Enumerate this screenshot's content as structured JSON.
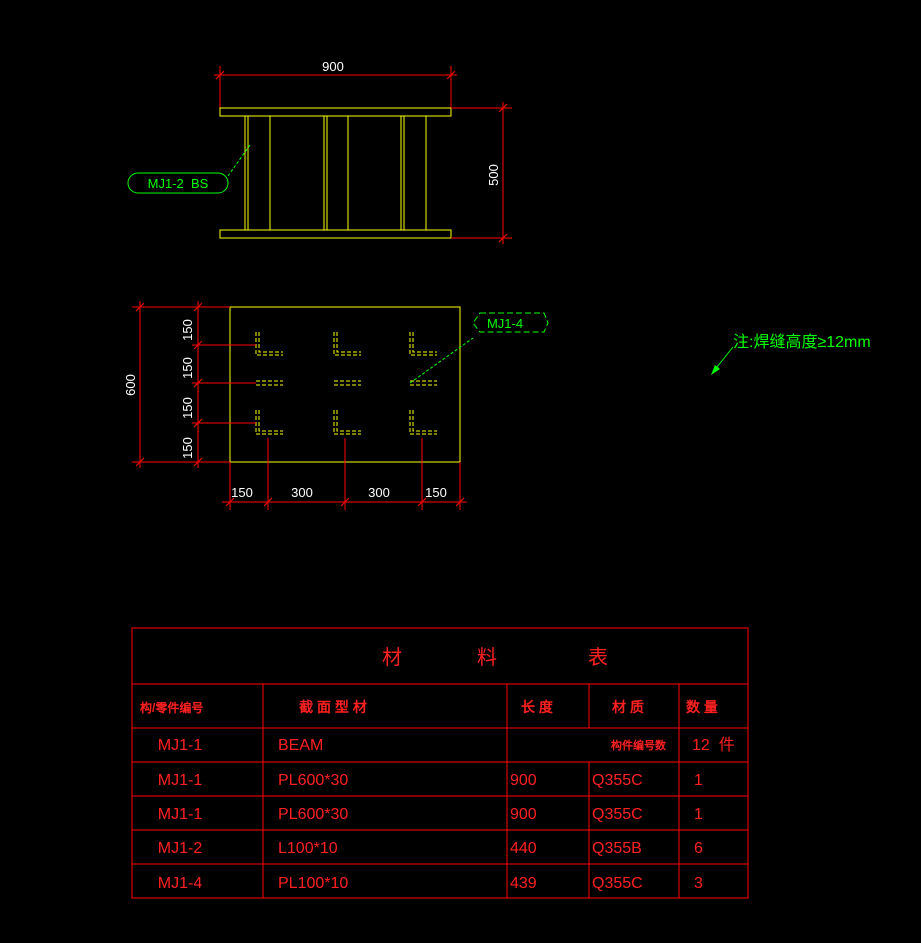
{
  "drawing": {
    "elevation": {
      "width_dim": "900",
      "height_dim": "500",
      "tag": "MJ1-2  BS"
    },
    "plan": {
      "height_dim": "600",
      "v_dims": [
        "150",
        "150",
        "150",
        "150"
      ],
      "h_dims": [
        "150",
        "300",
        "300",
        "150"
      ],
      "tag": "MJ1-4"
    },
    "note": "注:焊缝高度≥12mm"
  },
  "table": {
    "title_chars": [
      "材",
      "料",
      "表"
    ],
    "headers": [
      "构/零件编号",
      "截 面 型 材",
      "长 度",
      "材 质",
      "数 量"
    ],
    "rows": [
      [
        "MJ1-1",
        "BEAM",
        "",
        "构件编号数",
        "12  件"
      ],
      [
        "MJ1-1",
        "PL600*30",
        "900",
        "Q355C",
        "1"
      ],
      [
        "MJ1-1",
        "PL600*30",
        "900",
        "Q355C",
        "1"
      ],
      [
        "MJ1-2",
        "L100*10",
        "440",
        "Q355B",
        "6"
      ],
      [
        "MJ1-4",
        "PL100*10",
        "439",
        "Q355C",
        "3"
      ]
    ]
  },
  "colors": {
    "background": "#000000",
    "dimension": "#ff0000",
    "geometry": "#ffff00",
    "annotation": "#00ff00",
    "text": "#ffffff"
  }
}
